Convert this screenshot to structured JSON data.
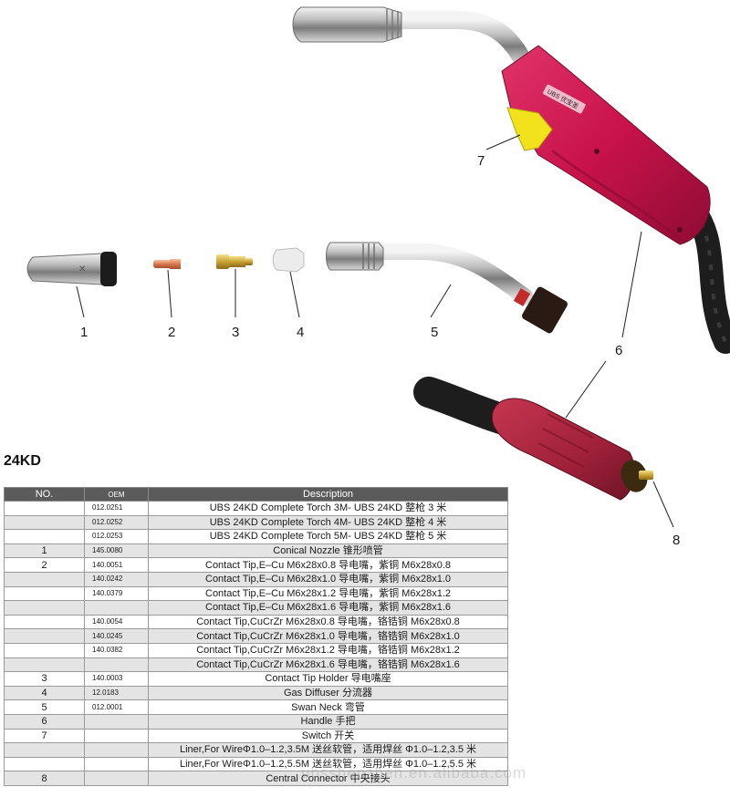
{
  "product": {
    "model": "24KD",
    "handle_brand": "UBS 优宝圣"
  },
  "callouts": [
    "1",
    "2",
    "3",
    "4",
    "5",
    "6",
    "7",
    "8"
  ],
  "table": {
    "headers": [
      "NO.",
      "OEM",
      "Description"
    ],
    "rows": [
      {
        "no": "",
        "oem": "012.0251",
        "desc": "UBS 24KD Complete Torch 3M- UBS 24KD 整枪 3 米"
      },
      {
        "no": "",
        "oem": "012.0252",
        "desc": "UBS 24KD Complete Torch 4M- UBS 24KD 整枪 4 米"
      },
      {
        "no": "",
        "oem": "012.0253",
        "desc": "UBS 24KD Complete Torch 5M- UBS 24KD 整枪 5 米"
      },
      {
        "no": "1",
        "oem": "145.0080",
        "desc": "Conical Nozzle 锥形喷管"
      },
      {
        "no": "2",
        "oem": "140.0051",
        "desc": "Contact Tip,E–Cu M6x28x0.8 导电嘴，紫铜 M6x28x0.8"
      },
      {
        "no": "",
        "oem": "140.0242",
        "desc": "Contact Tip,E–Cu M6x28x1.0 导电嘴，紫铜 M6x28x1.0"
      },
      {
        "no": "",
        "oem": "140.0379",
        "desc": "Contact Tip,E–Cu M6x28x1.2 导电嘴，紫铜 M6x28x1.2"
      },
      {
        "no": "",
        "oem": "",
        "desc": "Contact Tip,E–Cu M6x28x1.6 导电嘴，紫铜 M6x28x1.6"
      },
      {
        "no": "",
        "oem": "140.0054",
        "desc": "Contact Tip,CuCrZr M6x28x0.8 导电嘴，铬锆铜 M6x28x0.8"
      },
      {
        "no": "",
        "oem": "140.0245",
        "desc": "Contact Tip,CuCrZr M6x28x1.0 导电嘴，铬锆铜 M6x28x1.0"
      },
      {
        "no": "",
        "oem": "140.0382",
        "desc": "Contact Tip,CuCrZr M6x28x1.2 导电嘴，铬锆铜 M6x28x1.2"
      },
      {
        "no": "",
        "oem": "",
        "desc": "Contact Tip,CuCrZr M6x28x1.6 导电嘴，铬锆铜 M6x28x1.6"
      },
      {
        "no": "3",
        "oem": "140.0003",
        "desc": "Contact Tip Holder 导电嘴座"
      },
      {
        "no": "4",
        "oem": "12.0183",
        "desc": "Gas Diffuser 分流器"
      },
      {
        "no": "5",
        "oem": "012.0001",
        "desc": "Swan Neck 弯管"
      },
      {
        "no": "6",
        "oem": "",
        "desc": "Handle 手把"
      },
      {
        "no": "7",
        "oem": "",
        "desc": "Switch 开关"
      },
      {
        "no": "",
        "oem": "",
        "desc": "Liner,For WireΦ1.0–1.2,3.5M 送丝软管，适用焊丝 Φ1.0–1.2,3.5 米"
      },
      {
        "no": "",
        "oem": "",
        "desc": "Liner,For WireΦ1.0–1.2,5.5M 送丝软管，适用焊丝 Φ1.0–1.2,5.5 米"
      },
      {
        "no": "8",
        "oem": "",
        "desc": "Central Connector 中央接头"
      }
    ]
  },
  "watermark": "ubsshenzhen.en.alibaba.com",
  "colors": {
    "handle_red": "#c8134a",
    "trigger_yellow": "#f2e21c",
    "connector_red": "#a0203a",
    "header_gray": "#5b5b5b",
    "stripe_gray": "#e4e4e4"
  }
}
